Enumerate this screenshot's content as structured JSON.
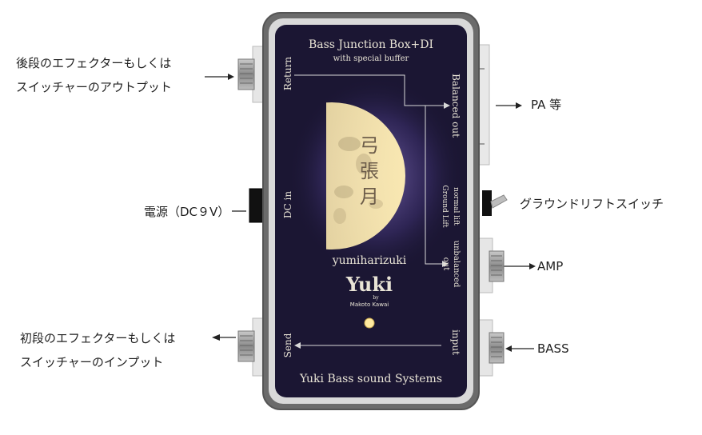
{
  "outer_labels": {
    "return_in": [
      "後段のエフェクターもしくは",
      "スイッチャーのアウトプット"
    ],
    "power": "電源（DC９V）",
    "send_in": [
      "初段のエフェクターもしくは",
      "スイッチャーのインプット"
    ],
    "pa": "PA 等",
    "ground_lift": "グラウンドリフトスイッチ",
    "amp": "AMP",
    "bass": "BASS"
  },
  "panel": {
    "title": "Bass Junction Box+DI",
    "subtitle": "with special buffer",
    "return": "Return",
    "dc_in": "DC in",
    "send": "Send",
    "balanced_out": "Balanced out",
    "normal_lift": "normal  lift",
    "ground_lift": "Ground Lift",
    "unbalanced_out_1": "unbalanced",
    "unbalanced_out_2": "out",
    "input": "input",
    "moon_text": [
      "弓",
      "張",
      "月"
    ],
    "romaji": "yumiharizuki",
    "logo": "Yuki",
    "by": "by",
    "maker": "Makoto Kawai",
    "brand": "Yuki Bass sound Systems"
  },
  "colors": {
    "case": "#6b6b6b",
    "panel": "#1b1633",
    "moon": "#f6e3a8",
    "led": "#ffe9a0",
    "signal_line": "#d8d8d8"
  }
}
